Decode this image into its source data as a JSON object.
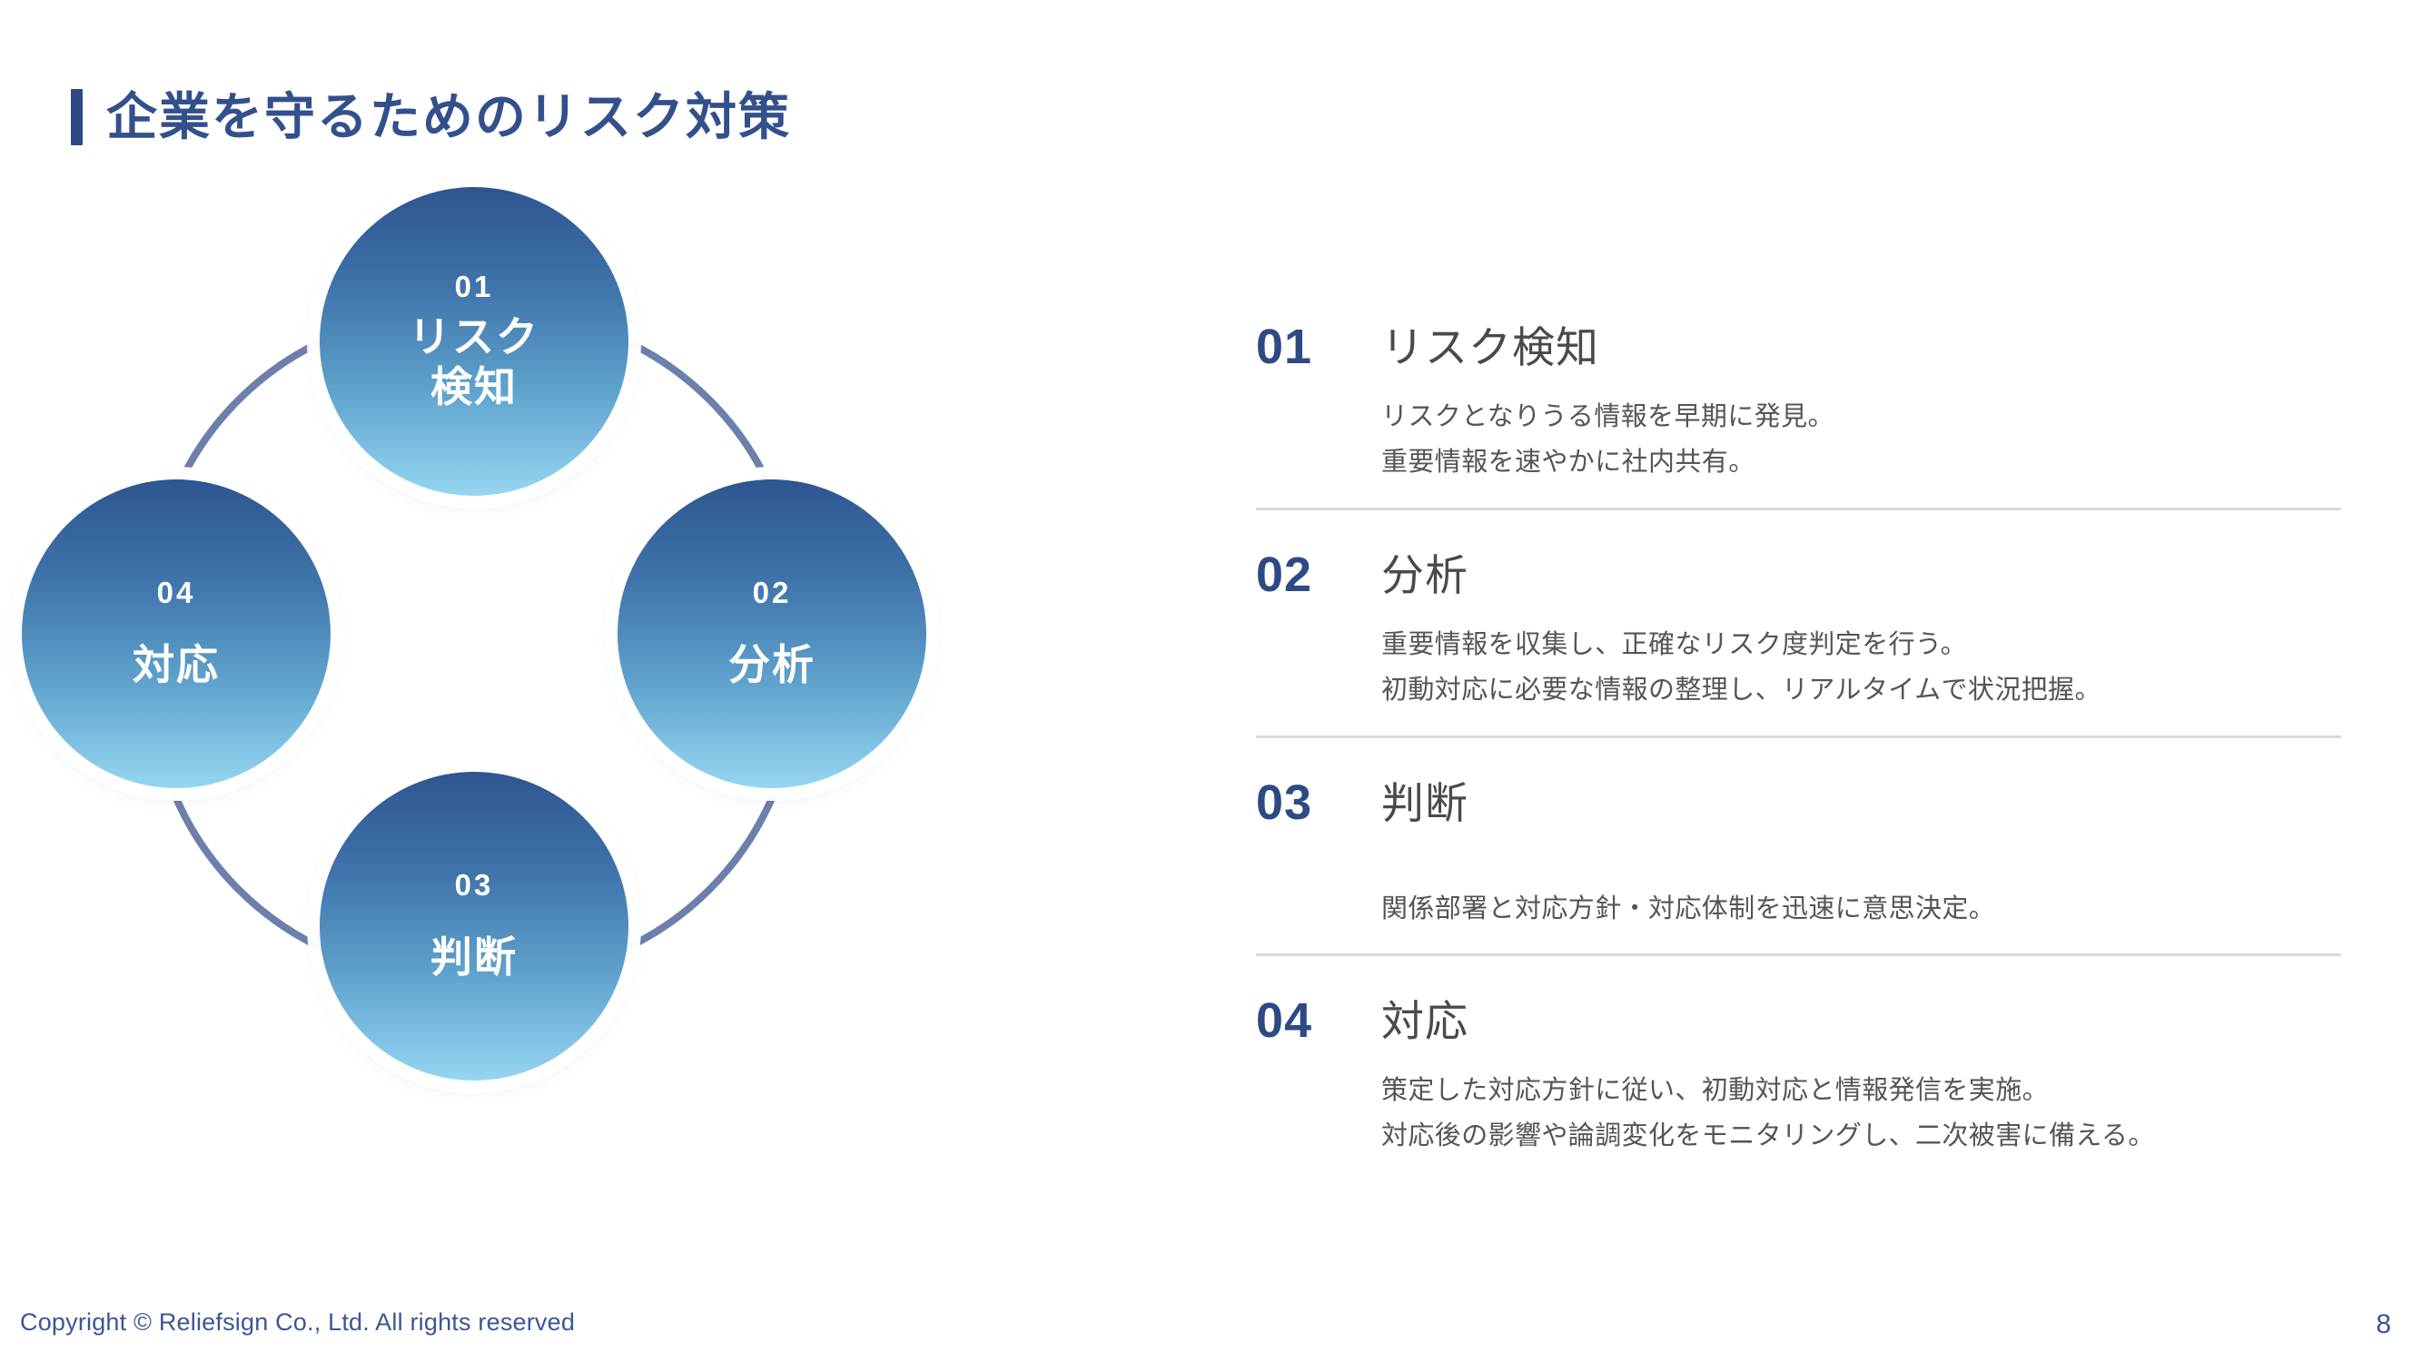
{
  "slide": {
    "title": "企業を守るためのリスク対策",
    "page_number": "8",
    "copyright": "Copyright © Reliefsign Co., Ltd.  All rights reserved"
  },
  "colors": {
    "accent_navy": "#2e4a85",
    "title_navy": "#33508c",
    "arc_slate": "#6d7fab",
    "circle_top": "#2e5590",
    "circle_bottom": "#96d6f2",
    "divider_gray": "#d9d9d9",
    "heading_gray": "#4a4a4a",
    "body_gray": "#555555",
    "footer_blue": "#3c5696"
  },
  "diagram": {
    "nodes": [
      {
        "num": "01",
        "label_line1": "リスク",
        "label_line2": "検知"
      },
      {
        "num": "02",
        "label_line1": "分析",
        "label_line2": ""
      },
      {
        "num": "03",
        "label_line1": "判断",
        "label_line2": ""
      },
      {
        "num": "04",
        "label_line1": "対応",
        "label_line2": ""
      }
    ]
  },
  "panel": {
    "items": [
      {
        "num": "01",
        "title": "リスク検知",
        "line1": "リスクとなりうる情報を早期に発見。",
        "line2": "重要情報を速やかに社内共有。"
      },
      {
        "num": "02",
        "title": "分析",
        "line1": "重要情報を収集し、正確なリスク度判定を行う。",
        "line2": "初動対応に必要な情報の整理し、リアルタイムで状況把握。"
      },
      {
        "num": "03",
        "title": "判断",
        "line1": "関係部署と対応方針・対応体制を迅速に意思決定。",
        "line2": ""
      },
      {
        "num": "04",
        "title": "対応",
        "line1": "策定した対応方針に従い、初動対応と情報発信を実施。",
        "line2": "対応後の影響や論調変化をモニタリングし、二次被害に備える。"
      }
    ]
  }
}
